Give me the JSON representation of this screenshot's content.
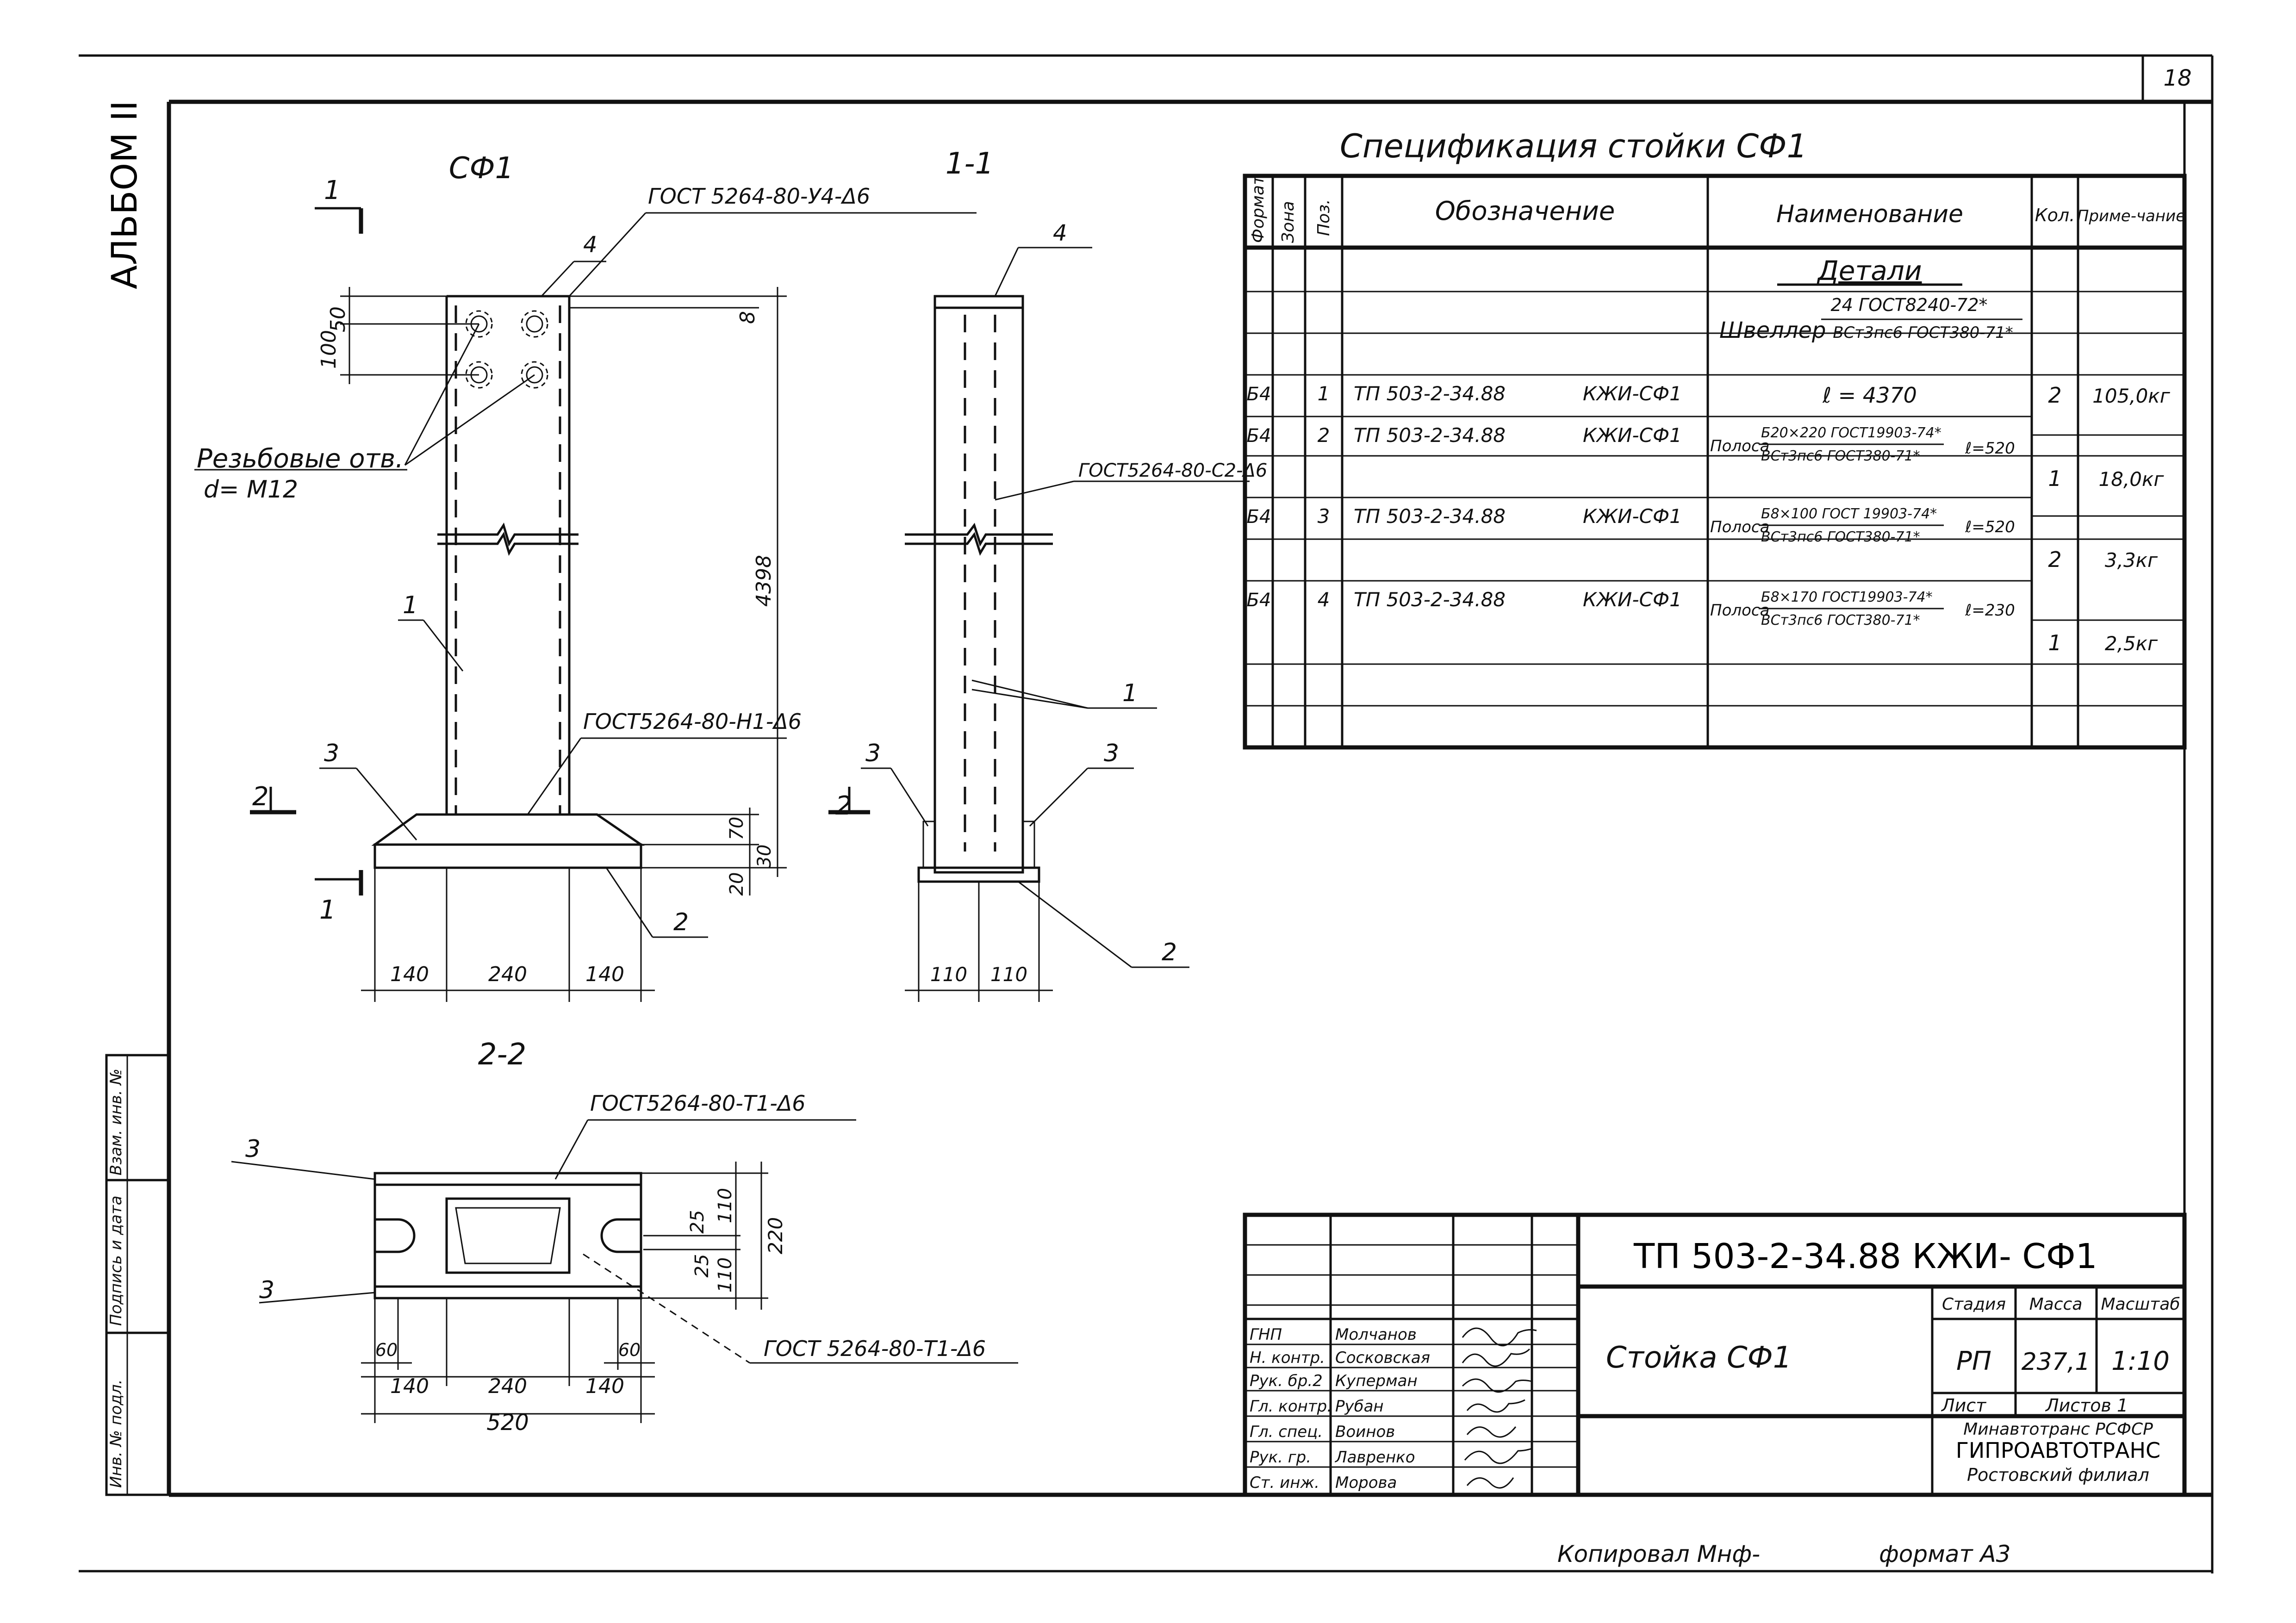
{
  "sheet": {
    "page_number": "18",
    "album": "АЛЬБОМ II",
    "copied_by": "Копировал Мнф-",
    "format": "формат А3"
  },
  "drawing": {
    "view_front_title": "СФ1",
    "view_side_title": "1-1",
    "view_plan_title": "2-2",
    "section_mark": "1",
    "section_mark_2": "2",
    "weld_top": "ГОСТ 5264-80-У4-Δ6",
    "weld_side": "ГОСТ5264-80-С2-Δ6",
    "weld_base": "ГОСТ5264-80-Н1-Δ6",
    "weld_plan_top": "ГОСТ5264-80-Т1-Δ6",
    "weld_plan_bottom": "ГОСТ 5264-80-Т1-Δ6",
    "holes_note": "Резьбовые отв.",
    "holes_size": "d= М12",
    "positions": [
      "1",
      "2",
      "3",
      "4"
    ],
    "dims": {
      "d50": "50",
      "d100": "100",
      "d8": "8",
      "d4398": "4398",
      "d70": "70",
      "d30": "30",
      "d20": "20",
      "d140a": "140",
      "d240": "240",
      "d140b": "140",
      "d110a": "110",
      "d110b": "110",
      "p60a": "60",
      "p60b": "60",
      "p140a": "140",
      "p240": "240",
      "p140b": "140",
      "p520": "520",
      "p25a": "25",
      "p25b": "25",
      "p110a": "110",
      "p110b": "110",
      "p220": "220"
    }
  },
  "spec": {
    "title": "Спецификация  стойки  СФ1",
    "headers": {
      "format": "Формат",
      "zone": "Зона",
      "pos": "Поз.",
      "designation": "Обозначение",
      "name": "Наименование",
      "qty": "Кол.",
      "note": "Приме-чание"
    },
    "section": "Детали",
    "shveller": {
      "name": "Швеллер",
      "num": "24 ГОСТ8240-72*",
      "den": "ВСт3пс6 ГОСТ380-71*"
    },
    "rows": [
      {
        "format": "Б4",
        "pos": "1",
        "doc": "ТП 503-2-34.88",
        "code": "КЖИ-СФ1",
        "name_pre": "",
        "num": "",
        "den": "",
        "name_post": "ℓ = 4370",
        "qty": "2",
        "note": "105,0кг"
      },
      {
        "format": "Б4",
        "pos": "2",
        "doc": "ТП 503-2-34.88",
        "code": "КЖИ-СФ1",
        "name_pre": "Полоса",
        "num": "Б20×220 ГОСТ19903-74*",
        "den": "ВСт3пс6 ГОСТ380-71*",
        "name_post": "ℓ=520",
        "qty": "1",
        "note": "18,0кг"
      },
      {
        "format": "Б4",
        "pos": "3",
        "doc": "ТП 503-2-34.88",
        "code": "КЖИ-СФ1",
        "name_pre": "Полоса",
        "num": "Б8×100 ГОСТ 19903-74*",
        "den": "ВСт3пс6 ГОСТ380-71*",
        "name_post": "ℓ=520",
        "qty": "2",
        "note": "3,3кг"
      },
      {
        "format": "Б4",
        "pos": "4",
        "doc": "ТП 503-2-34.88",
        "code": "КЖИ-СФ1",
        "name_pre": "Полоса",
        "num": "Б8×170 ГОСТ19903-74*",
        "den": "ВСт3пс6 ГОСТ380-71*",
        "name_post": "ℓ=230",
        "qty": "1",
        "note": "2,5кг"
      }
    ]
  },
  "title_block": {
    "doc_code": "ТП  503-2-34.88   КЖИ- СФ1",
    "part_name": "Стойка   СФ1",
    "stage_label": "Стадия",
    "mass_label": "Масса",
    "scale_label": "Масштаб",
    "stage": "РП",
    "mass": "237,1",
    "scale": "1:10",
    "sheet_label": "Лист",
    "sheets_label": "Листов 1",
    "org_line1": "Минавтотранс РСФСР",
    "org_line2": "ГИПРОАВТОТРАНС",
    "org_line3": "Ростовский филиал",
    "staff": [
      {
        "role": "ГНП",
        "name": "Молчанов"
      },
      {
        "role": "Н. контр.",
        "name": "Сосковская"
      },
      {
        "role": "Рук. бр.2",
        "name": "Куперман"
      },
      {
        "role": "Гл. контр.",
        "name": "Рубан"
      },
      {
        "role": "Гл. спец.",
        "name": "Воинов"
      },
      {
        "role": "Рук. гр.",
        "name": "Лавренко"
      },
      {
        "role": "Ст. инж.",
        "name": "Морова"
      }
    ]
  },
  "side_stamp": {
    "inv": "Инв. № подл.",
    "sign": "Подпись и дата",
    "replace": "Взам. инв. №"
  }
}
